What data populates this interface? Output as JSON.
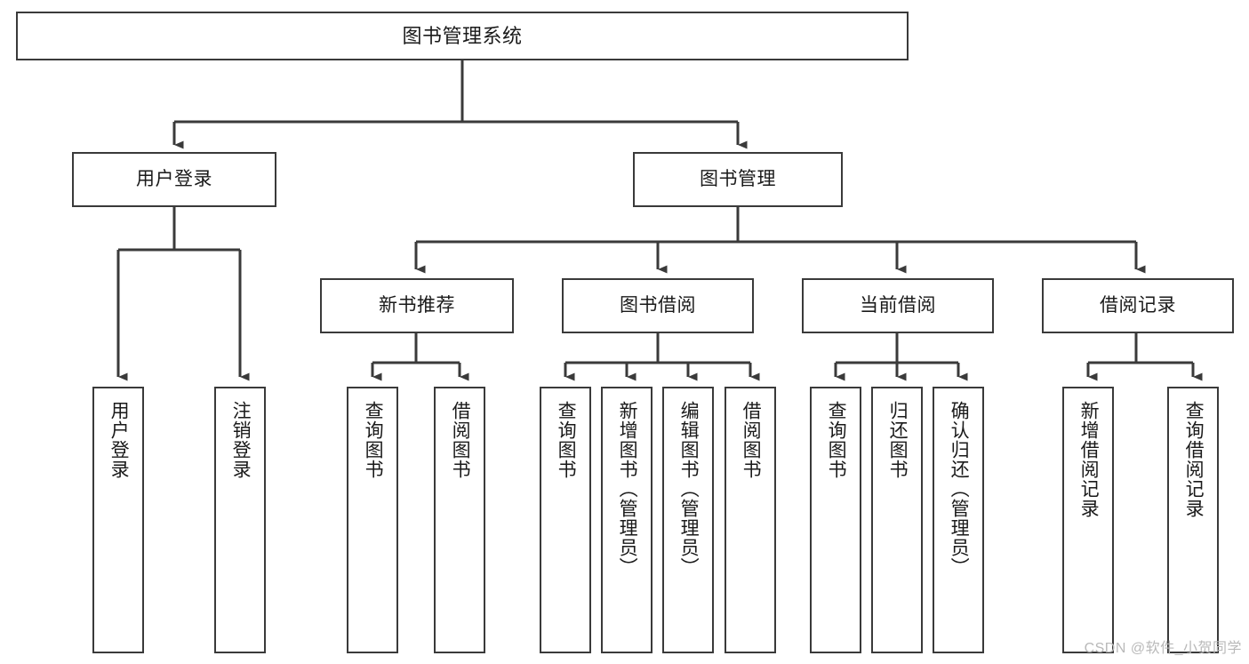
{
  "diagram": {
    "kind": "functional-structure-tree",
    "title": "图书管理系统",
    "stroke_color": "#3a3a3a",
    "node_fill": "#ffffff",
    "text_color": "#1a1a1a",
    "background": "#ffffff"
  },
  "root": {
    "label": "图书管理系统"
  },
  "level1": [
    {
      "label": "用户登录"
    },
    {
      "label": "图书管理"
    }
  ],
  "level2": [
    {
      "label": "新书推荐"
    },
    {
      "label": "图书借阅"
    },
    {
      "label": "当前借阅"
    },
    {
      "label": "借阅记录"
    }
  ],
  "leaves": {
    "user_login": [
      {
        "label": "用户登录"
      },
      {
        "label": "注销登录"
      }
    ],
    "new_book_recommend": [
      {
        "label": "查询图书"
      },
      {
        "label": "借阅图书"
      }
    ],
    "book_borrow": [
      {
        "label": "查询图书"
      },
      {
        "label": "新增图书（管理员）"
      },
      {
        "label": "编辑图书（管理员）"
      },
      {
        "label": "借阅图书"
      }
    ],
    "current_borrow": [
      {
        "label": "查询图书"
      },
      {
        "label": "归还图书"
      },
      {
        "label": "确认归还（管理员）"
      }
    ],
    "borrow_record": [
      {
        "label": "新增借阅记录"
      },
      {
        "label": "查询借阅记录"
      }
    ]
  },
  "watermark": {
    "text": "CSDN @软件_小贺同学"
  }
}
